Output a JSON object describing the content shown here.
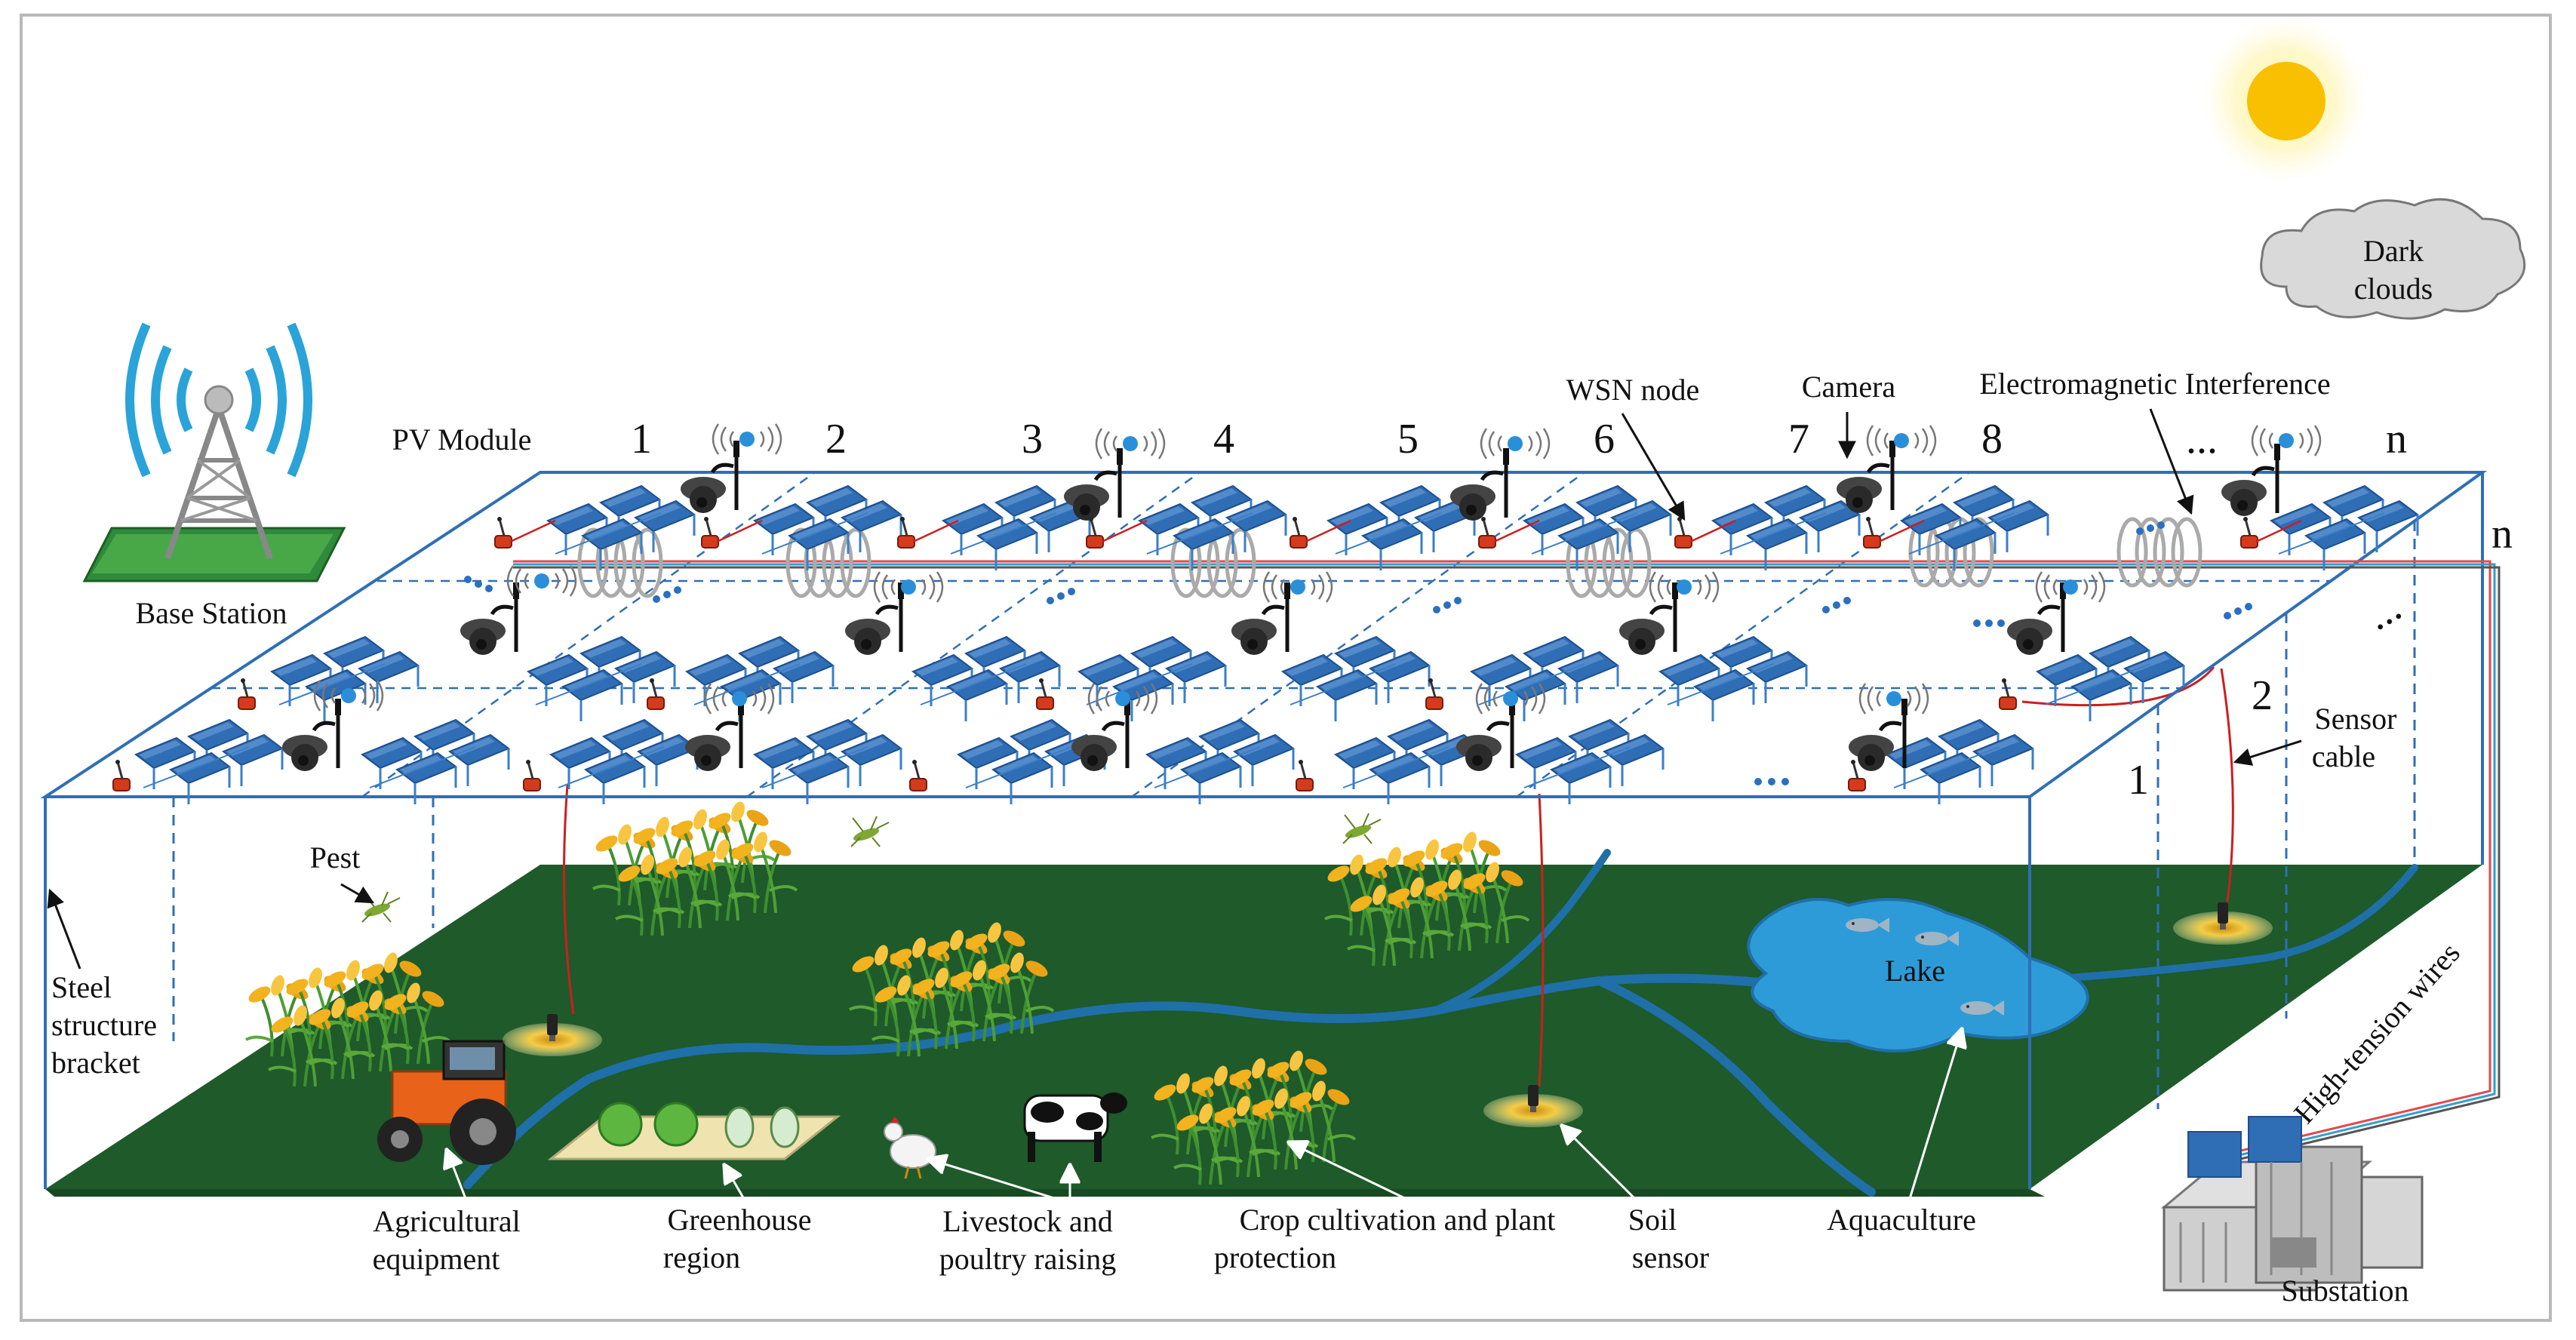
{
  "labels": {
    "pv_module": "PV Module",
    "wsn_node": "WSN node",
    "camera": "Camera",
    "emi": "Electromagnetic Interference",
    "base_station": "Base Station",
    "dark_clouds_line1": "Dark",
    "dark_clouds_line2": "clouds",
    "sensor_cable_line1": "Sensor",
    "sensor_cable_line2": "cable",
    "pest": "Pest",
    "steel_line1": "Steel",
    "steel_line2": "structure",
    "steel_line3": "bracket",
    "lake": "Lake",
    "high_tension": "High-tension wires",
    "substation": "Substation",
    "agri_line1": "Agricultural",
    "agri_line2": "equipment",
    "greenhouse_line1": "Greenhouse",
    "greenhouse_line2": "region",
    "livestock_line1": "Livestock and",
    "livestock_line2": "poultry raising",
    "crop_line1": "Crop cultivation and plant",
    "crop_line2": "protection",
    "soil_line1": "Soil",
    "soil_line2": "sensor",
    "aquaculture": "Aquaculture"
  },
  "column_numbers": [
    "1",
    "2",
    "3",
    "4",
    "5",
    "6",
    "7",
    "8",
    "...",
    "n"
  ],
  "row_numbers": [
    "n",
    "...",
    "2",
    "1"
  ],
  "colors": {
    "ground": "#1e5a2a",
    "panel": "#2f6db5",
    "frame_line": "#2f6fb5",
    "river": "#1f6fa8",
    "lake": "#2d9bd8",
    "sun": "#f8c000",
    "cloud": "#d9d9d9",
    "cable_red": "#cc1f1f",
    "halo": "#f7e08a"
  }
}
